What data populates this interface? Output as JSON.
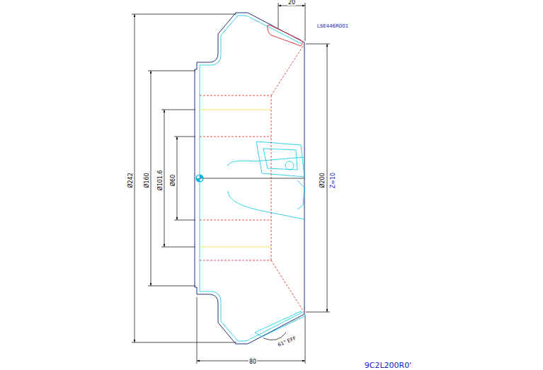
{
  "diagram": {
    "labels": [
      "20",
      "LSE446R001",
      "Ø242",
      "Ø160",
      "Ø101.6",
      "Ø60",
      "Ø200",
      "Z=10",
      "61° EFF",
      "80",
      "9C2L200R0'"
    ]
  }
}
